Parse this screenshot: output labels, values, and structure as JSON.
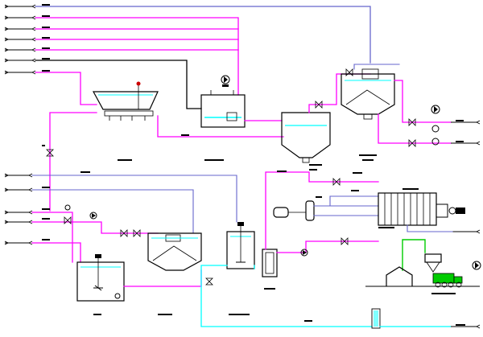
{
  "drawing": {
    "background": "#ffffff",
    "colors": {
      "sludge_pipe": "#ff00ff",
      "water_pipe": "#00ffff",
      "dosing_pipe": "#6666cc",
      "sludge_cake_pipe": "#00cc00",
      "return_pipe": "#000000",
      "equipment_outline": "#000000",
      "pump_accent": "#cc0000"
    },
    "inlet_arrow_count_top": 8,
    "inlet_arrow_count_middle": 4,
    "outlet_arrow_count_right": 6,
    "icon_names": [
      "pipe-arrow-icon",
      "valve-icon",
      "pump-icon",
      "mixer-icon",
      "filter-press-icon",
      "conveyor-icon",
      "truck-icon",
      "storage-shed-icon",
      "flow-meter-icon"
    ]
  }
}
